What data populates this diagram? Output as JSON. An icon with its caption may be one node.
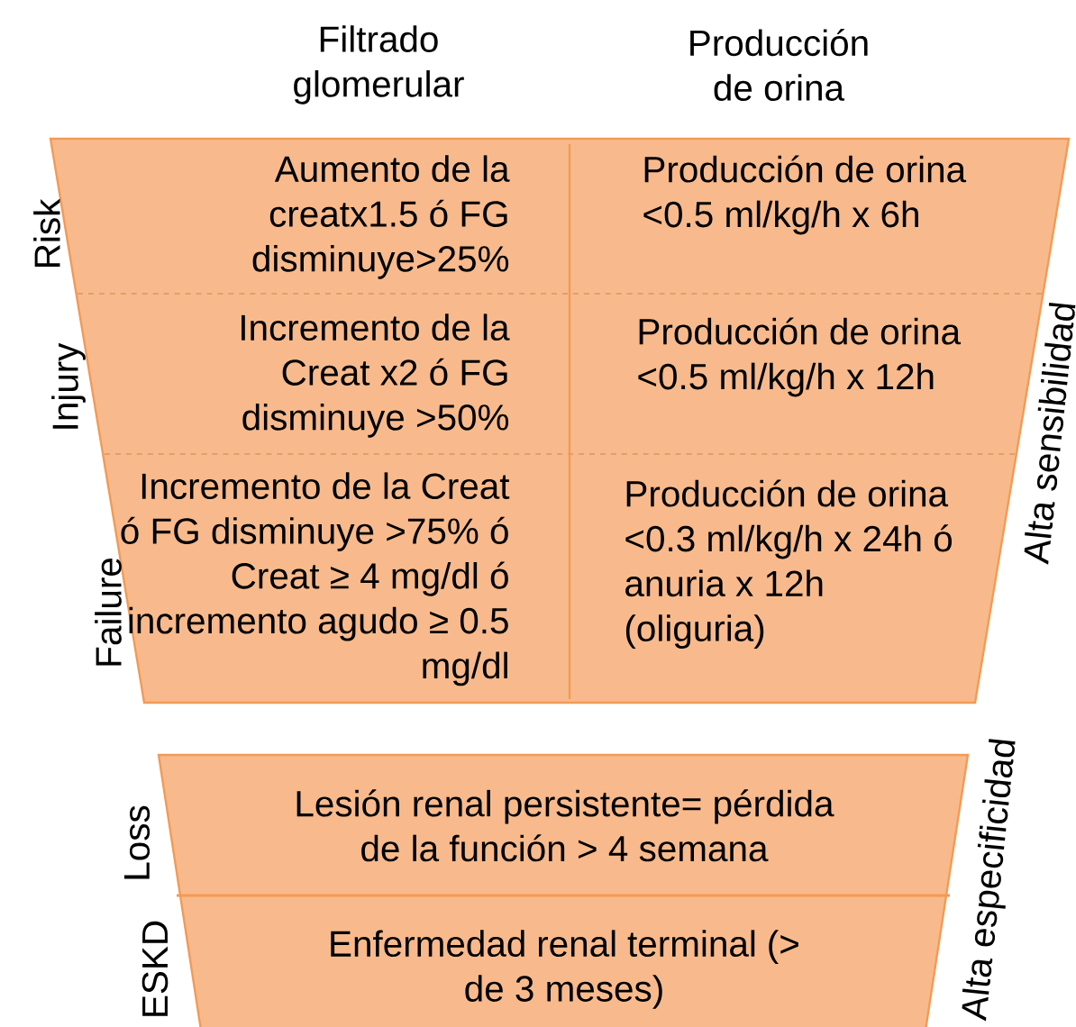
{
  "diagram": {
    "nodes": [
      {
        "text": [
          "Aumento de la creatx1.5 ó FG disminuye>25%"
        ]
      },
      {
        "text": [
          "Producción de orina <0.5 ml/kg/h x 6h"
        ]
      },
      {
        "text": [
          "Incremento de la Creat x2 ó FG disminuye >50%"
        ]
      },
      {
        "text": [
          "Producción de orina <0.5 ml/kg/h x 12h"
        ]
      },
      {
        "text": [
          "Incremento de la Creat ó FG disminuye >75% ó Creat ≥ 4 mg/dl ó incremento agudo ≥ 0.5 mg/dl"
        ]
      },
      {
        "text": [
          "Producción de orina <0.3 ml/kg/h x 24h ó anuria x 12h (oliguria)"
        ]
      },
      {
        "text": [
          "Lesión renal persistente= pérdida de la función > 4 semana"
        ]
      },
      {
        "text": [
          "Enfermedad renal terminal (> de 3 meses)"
        ]
      }
    ],
    "labels": [
      "Filtrado glomerular",
      "Producción de orina",
      "Risk",
      "Injury",
      "Failure",
      "Alta sensibilidad",
      "Loss",
      "ESKD",
      "Alta especificidad"
    ]
  }
}
